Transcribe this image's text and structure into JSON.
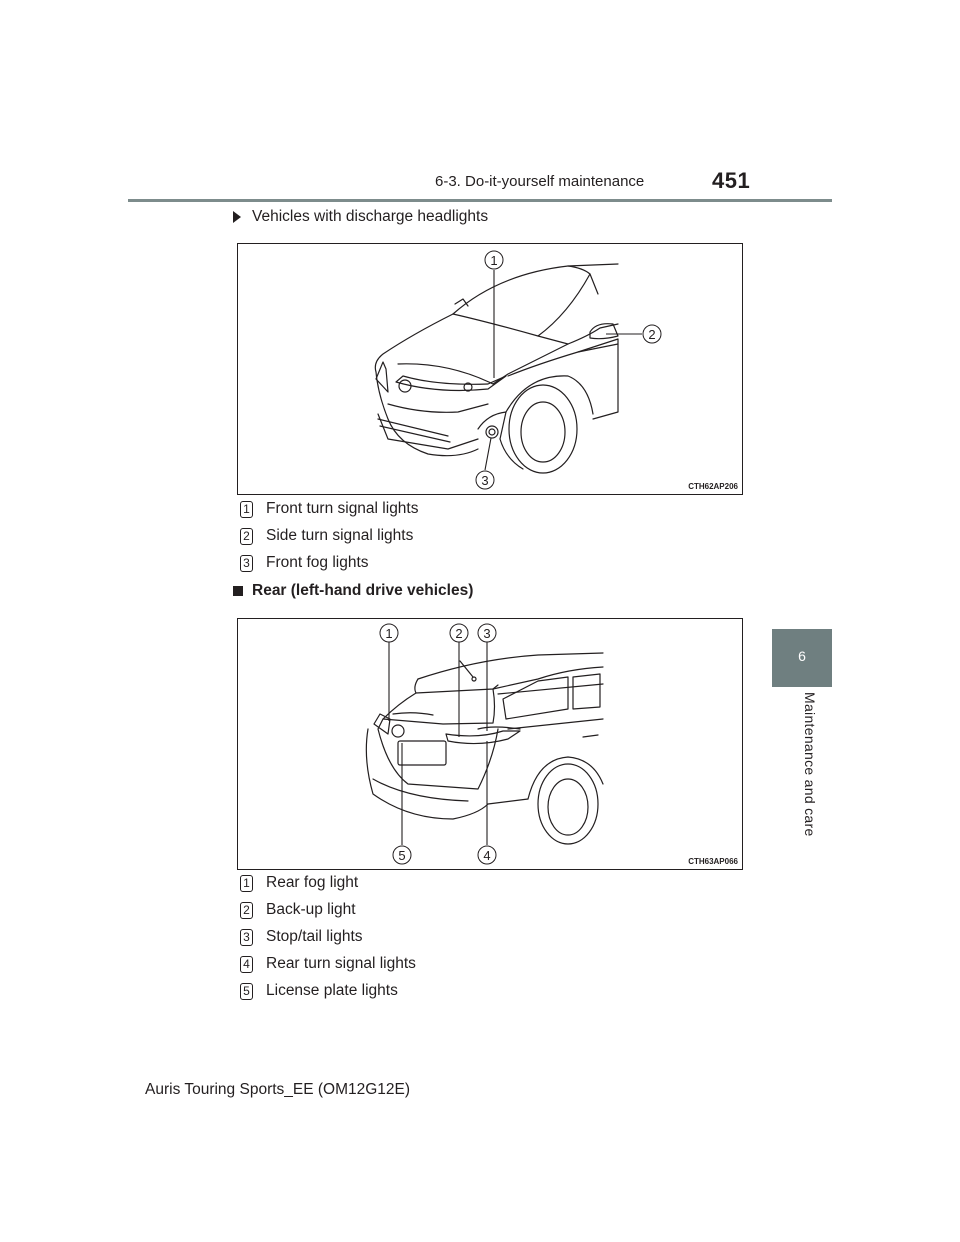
{
  "header": {
    "section": "6-3. Do-it-yourself maintenance",
    "page_number": "451"
  },
  "side_tab": {
    "chapter_number": "6",
    "chapter_title": "Maintenance and care"
  },
  "section1": {
    "heading": "Vehicles with discharge headlights",
    "figure_code": "CTH62AP206",
    "callouts": [
      "1",
      "2",
      "3"
    ],
    "items": [
      {
        "num": "1",
        "label": "Front turn signal lights"
      },
      {
        "num": "2",
        "label": "Side turn signal lights"
      },
      {
        "num": "3",
        "label": "Front fog lights"
      }
    ]
  },
  "section2": {
    "heading": "Rear (left-hand drive vehicles)",
    "figure_code": "CTH63AP066",
    "callouts": [
      "1",
      "2",
      "3",
      "4",
      "5"
    ],
    "items": [
      {
        "num": "1",
        "label": "Rear fog light"
      },
      {
        "num": "2",
        "label": "Back-up light"
      },
      {
        "num": "3",
        "label": "Stop/tail lights"
      },
      {
        "num": "4",
        "label": "Rear turn signal lights"
      },
      {
        "num": "5",
        "label": "License plate lights"
      }
    ]
  },
  "footer": {
    "text": "Auris Touring Sports_EE (OM12G12E)"
  }
}
